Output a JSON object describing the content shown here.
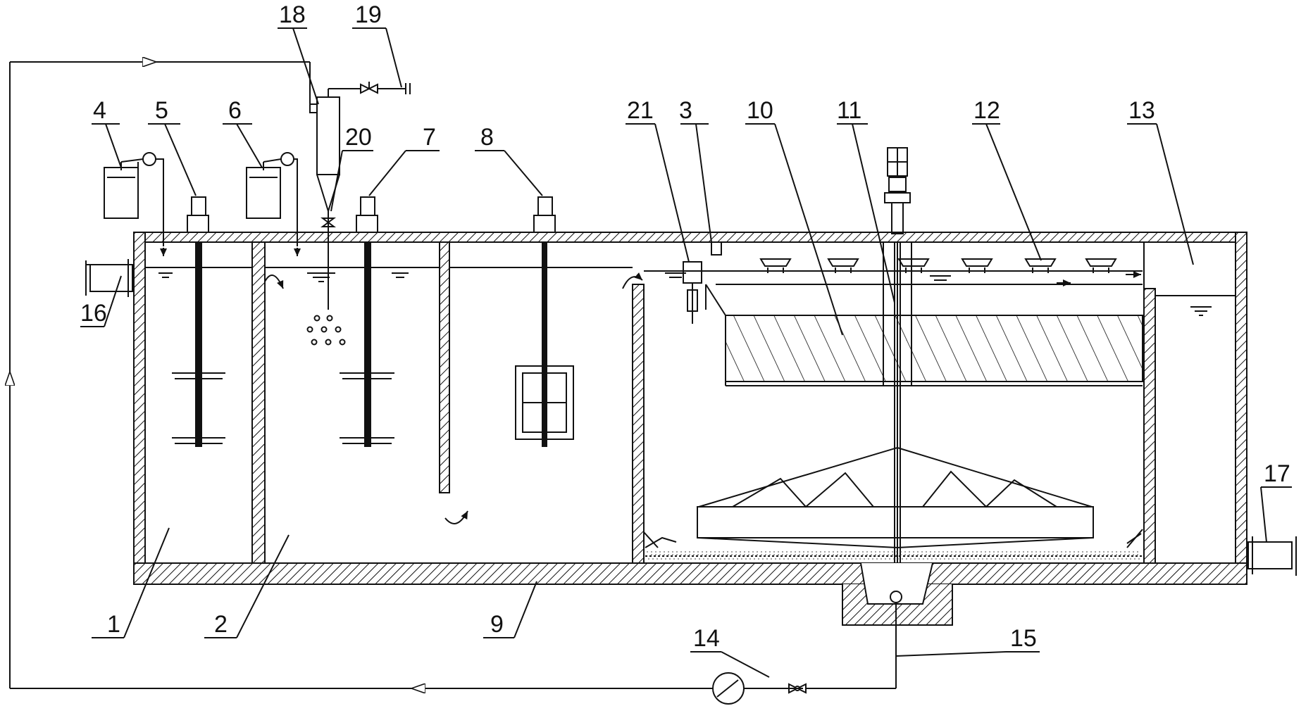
{
  "labels": {
    "n1": "1",
    "n2": "2",
    "n3": "3",
    "n4": "4",
    "n5": "5",
    "n6": "6",
    "n7": "7",
    "n8": "8",
    "n9": "9",
    "n10": "10",
    "n11": "11",
    "n12": "12",
    "n13": "13",
    "n14": "14",
    "n15": "15",
    "n16": "16",
    "n17": "17",
    "n18": "18",
    "n19": "19",
    "n20": "20",
    "n21": "21"
  },
  "colors": {
    "line": "#111111",
    "background": "#ffffff",
    "sludge": "#444444"
  }
}
